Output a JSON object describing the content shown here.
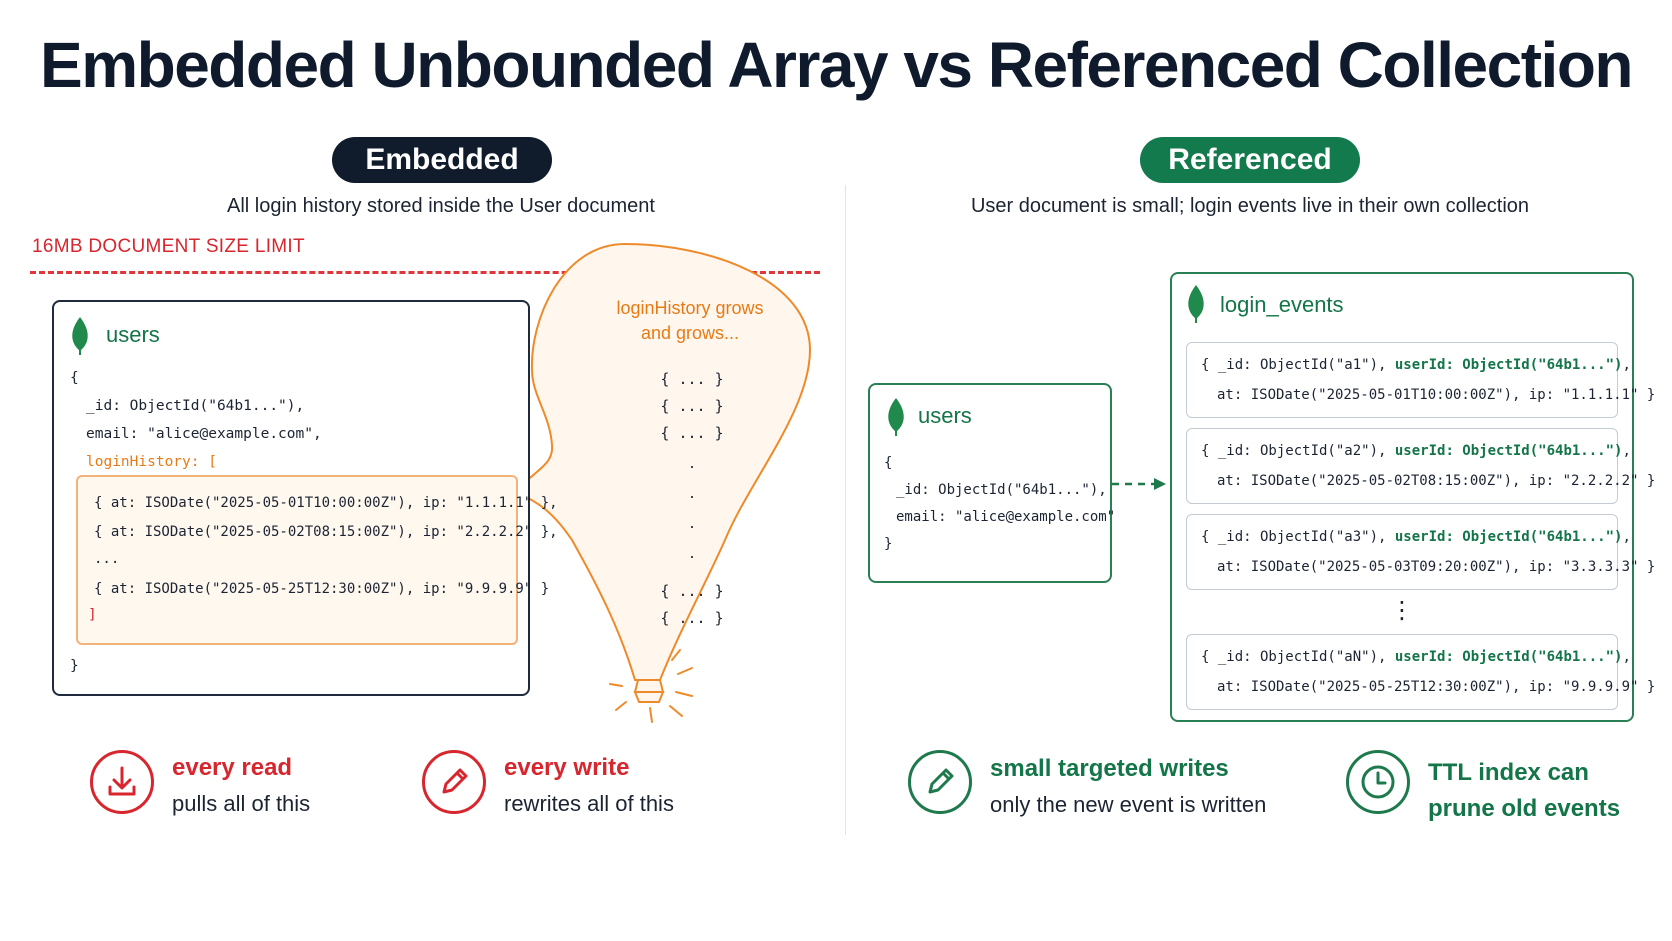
{
  "title": "Embedded Unbounded Array vs Referenced Collection",
  "left": {
    "pill": "Embedded",
    "subtitle": "All login history stored inside the User document",
    "limit_label": "16MB DOCUMENT SIZE LIMIT",
    "collection": "users",
    "doc_open": "{",
    "id_line": "_id: ObjectId(\"64b1...\"),",
    "email_line": "email: \"alice@example.com\",",
    "array_key": "loginHistory: [",
    "array_items": [
      "{ at: ISODate(\"2025-05-01T10:00:00Z\"), ip: \"1.1.1.1\" },",
      "{ at: ISODate(\"2025-05-02T08:15:00Z\"), ip: \"2.2.2.2\" },",
      "...",
      "{ at: ISODate(\"2025-05-25T12:30:00Z\"), ip: \"9.9.9.9\" }"
    ],
    "array_close": "]",
    "doc_close": "}",
    "balloon": {
      "text_line1": "loginHistory grows",
      "text_line2": "and grows...",
      "items_top": [
        "{ ... }",
        "{ ... }",
        "{ ... }"
      ],
      "dots": [
        ".",
        ".",
        ".",
        "."
      ],
      "items_bottom": [
        "{ ... }",
        "{ ... }"
      ]
    },
    "callouts": [
      {
        "title": "every read",
        "text": "pulls all of this",
        "icon": "download-icon"
      },
      {
        "title": "every write",
        "text": "rewrites all of this",
        "icon": "pencil-icon"
      }
    ]
  },
  "right": {
    "pill": "Referenced",
    "subtitle": "User document is small; login events live in their own collection",
    "users": {
      "collection": "users",
      "open": "{",
      "id_line": "_id: ObjectId(\"64b1...\"),",
      "email_line": "email: \"alice@example.com\"",
      "close": "}"
    },
    "events": {
      "collection": "login_events",
      "cards": [
        {
          "id": "{ _id: ObjectId(\"a1\"), ",
          "user_key": "userId: ObjectId(\"64b1...\")",
          "tail": ",",
          "line2": "at: ISODate(\"2025-05-01T10:00:00Z\"), ip: \"1.1.1.1\" }"
        },
        {
          "id": "{ _id: ObjectId(\"a2\"), ",
          "user_key": "userId: ObjectId(\"64b1...\")",
          "tail": ",",
          "line2": "at: ISODate(\"2025-05-02T08:15:00Z\"), ip: \"2.2.2.2\" }"
        },
        {
          "id": "{ _id: ObjectId(\"a3\"), ",
          "user_key": "userId: ObjectId(\"64b1...\")",
          "tail": ",",
          "line2": "at: ISODate(\"2025-05-03T09:20:00Z\"), ip: \"3.3.3.3\" }"
        },
        {
          "id": "{ _id: ObjectId(\"aN\"), ",
          "user_key": "userId: ObjectId(\"64b1...\")",
          "tail": ",",
          "line2": "at: ISODate(\"2025-05-25T12:30:00Z\"), ip: \"9.9.9.9\" }"
        }
      ],
      "ellipsis": "⋮"
    },
    "callouts": [
      {
        "title": "small targeted writes",
        "text": "only the new event is written",
        "icon": "pencil-icon"
      },
      {
        "title_line1": "TTL index can",
        "title_line2": "prune old events",
        "icon": "clock-icon"
      }
    ]
  },
  "colors": {
    "dark": "#101c2c",
    "green": "#127a4c",
    "red": "#d8262e",
    "orange": "#e87a16"
  }
}
